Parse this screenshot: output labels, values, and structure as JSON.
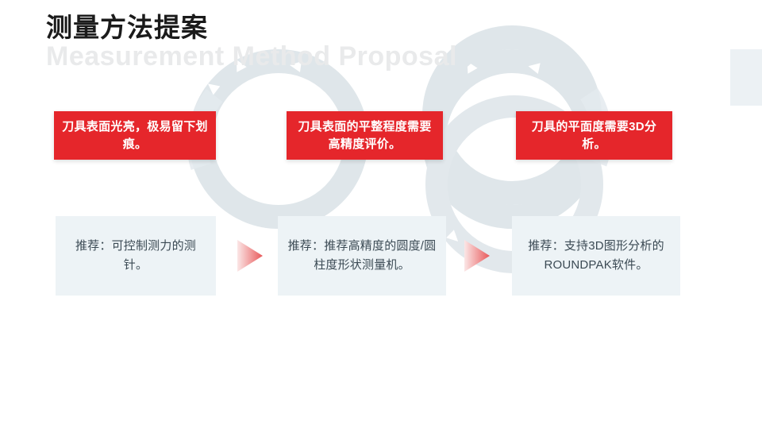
{
  "slide": {
    "title_cn": "测量方法提案",
    "title_en": "Measurement Method Proposal",
    "colors": {
      "red": "#e5262b",
      "pale_blue": "#edf3f6",
      "text_dark": "#3b4a54",
      "title_dark": "#1b1b1b",
      "title_ghost": "#e9eaeb",
      "arrow_start": "#f8dcdc",
      "arrow_end": "#e8595a",
      "watermark": "#dde4e9"
    }
  },
  "problems": [
    {
      "id": "problem-1",
      "text": "刀具表面光亮，极易留下划痕。"
    },
    {
      "id": "problem-2",
      "text": "刀具表面的平整程度需要高精度评价。"
    },
    {
      "id": "problem-3",
      "text": "刀具的平面度需要3D分析。"
    }
  ],
  "recommendations": [
    {
      "id": "recommendation-1",
      "text": "推荐：可控制测力的测针。"
    },
    {
      "id": "recommendation-2",
      "text": "推荐：推荐高精度的圆度/圆柱度形状测量机。"
    },
    {
      "id": "recommendation-3",
      "text": "推荐：支持3D图形分析的ROUNDPAK软件。"
    }
  ],
  "decorations": {
    "arrow_icon_name": "right-triangle-arrow-icon",
    "watermark_icon_name": "cycle-rings-watermark",
    "accent_rect_name": "right-edge-accent-rectangle"
  }
}
